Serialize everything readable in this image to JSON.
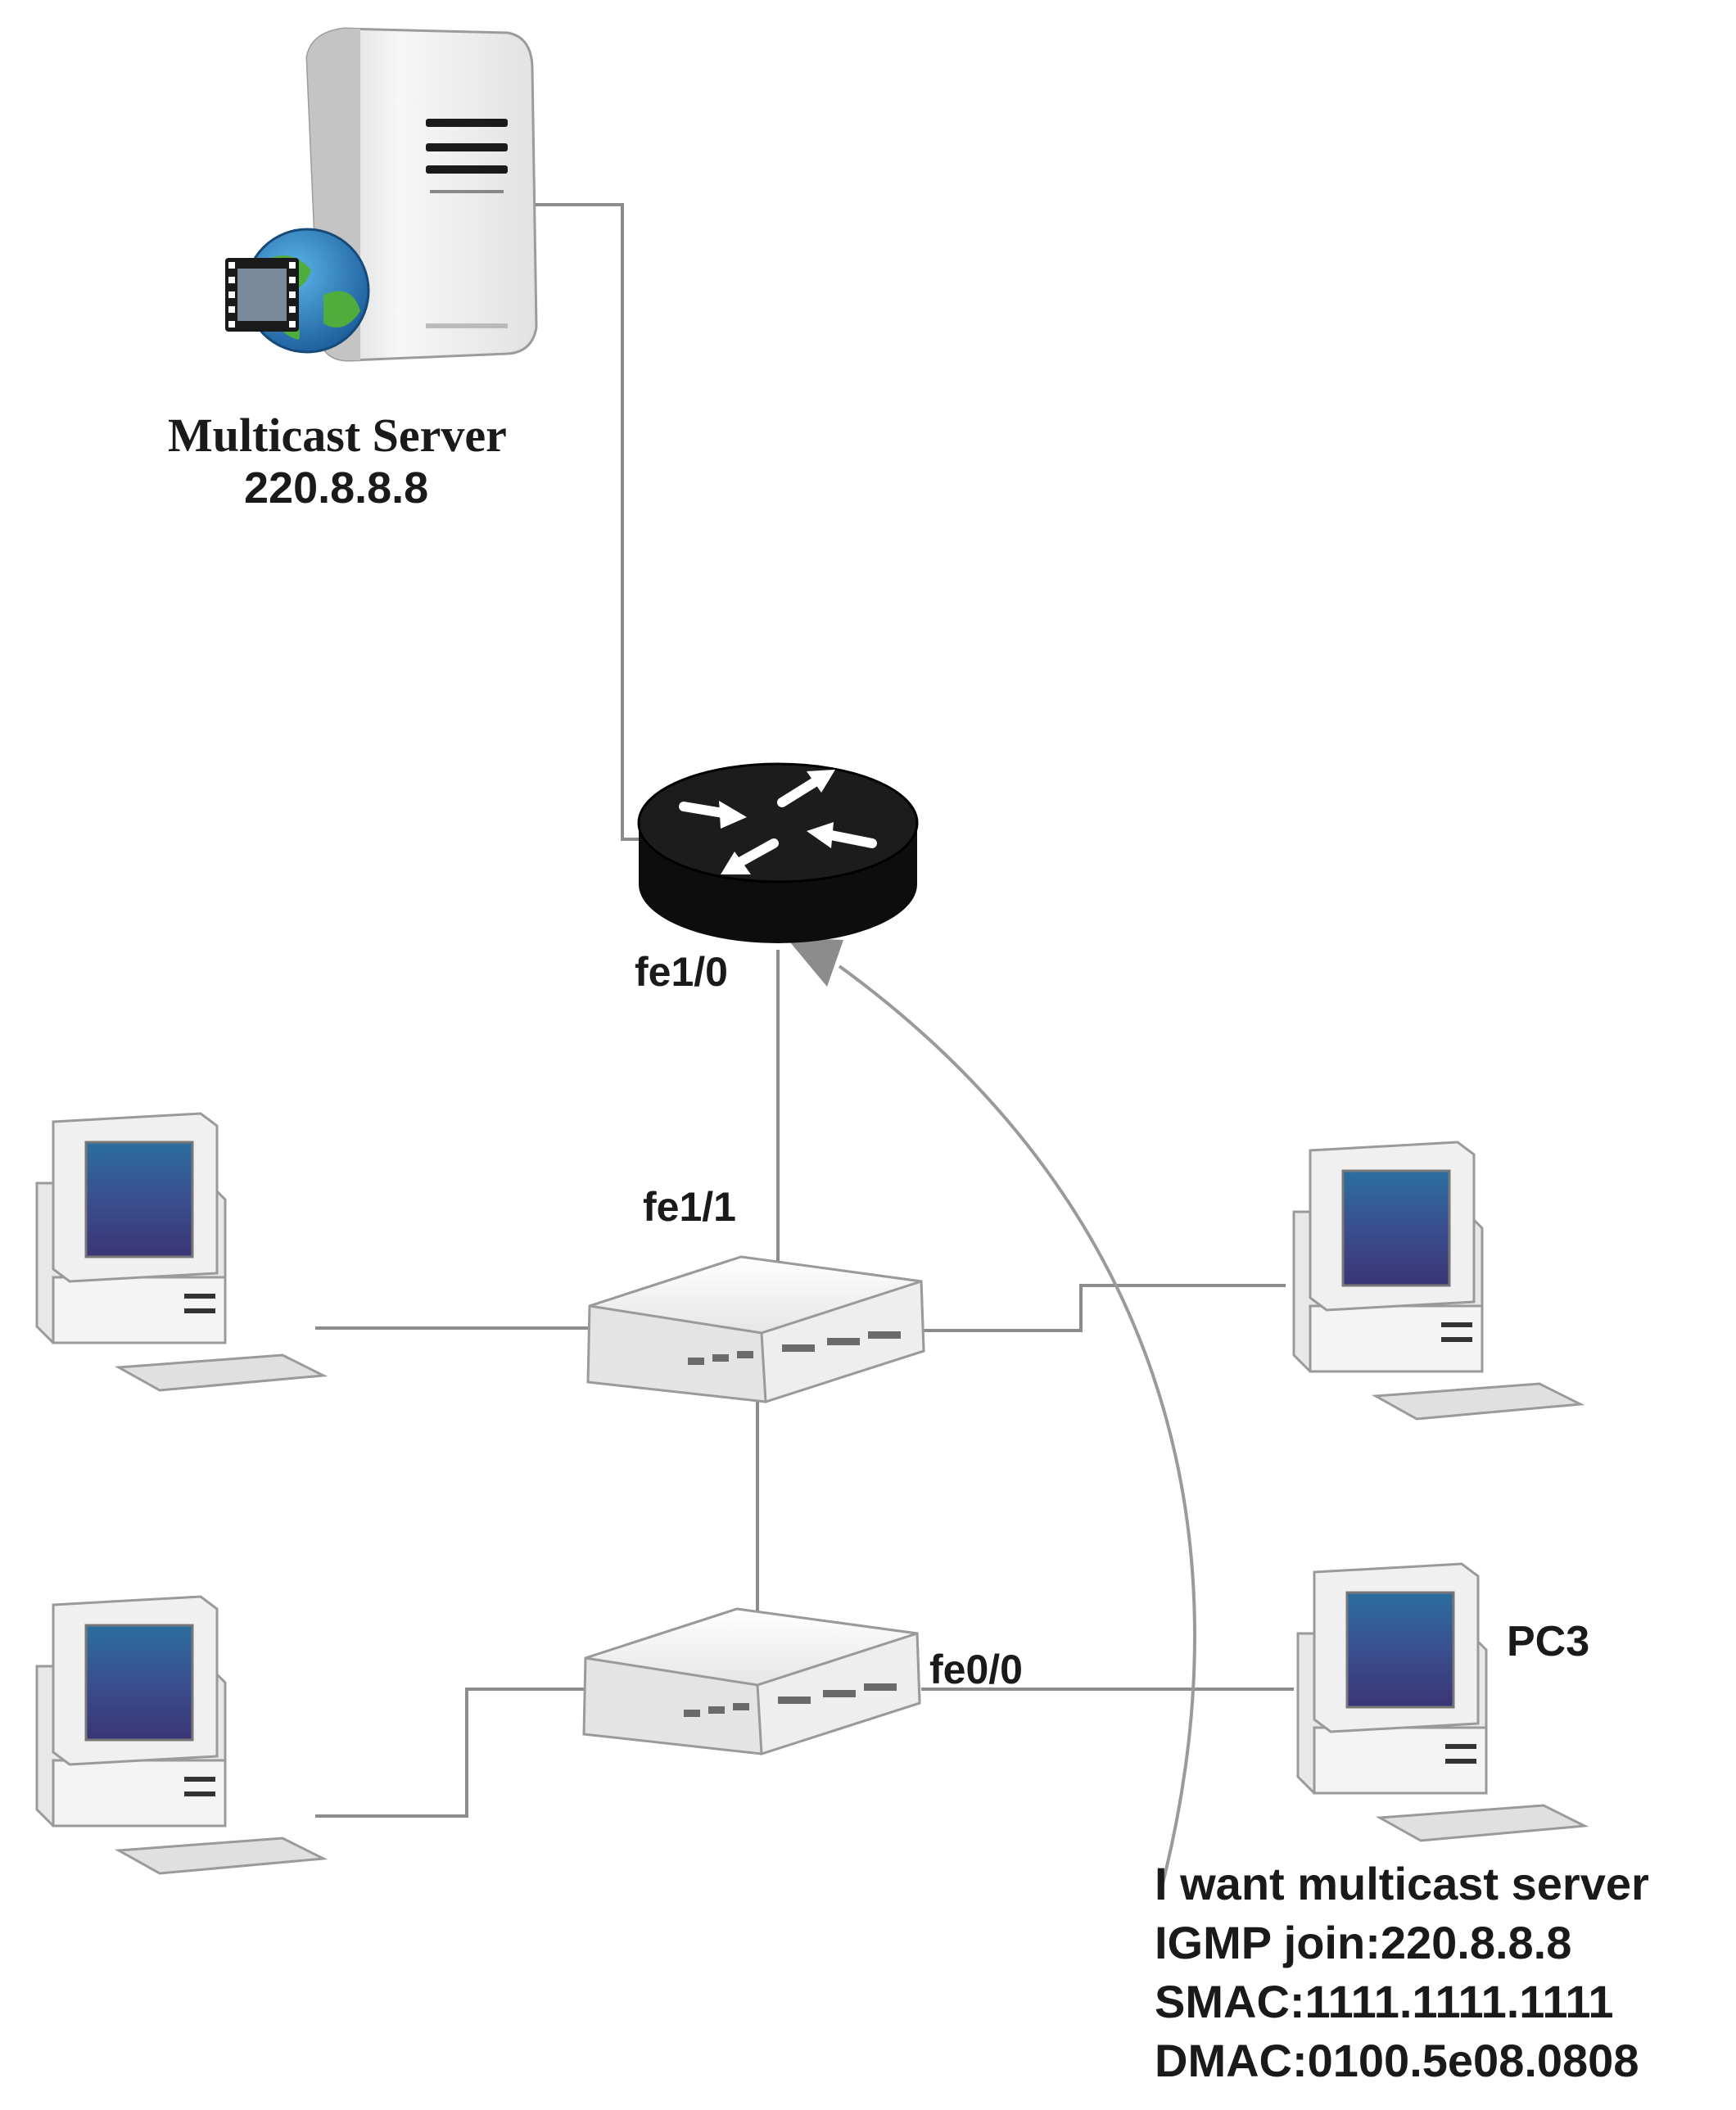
{
  "server": {
    "name": "Multicast Server",
    "ip": "220.8.8.8"
  },
  "router": {
    "port_label": "fe1/0"
  },
  "switch_top": {
    "uplink_port_label": "fe1/1"
  },
  "switch_bottom": {
    "port_label": "fe0/0"
  },
  "pc3": {
    "label": "PC3"
  },
  "message": {
    "line1": "I want multicast server",
    "line2": "IGMP join:220.8.8.8",
    "line3": "SMAC:1111.1111.1111",
    "line4": "DMAC:0100.5e08.0808"
  },
  "colors": {
    "link": "#8c8c8c",
    "router_body": "#0d0d0d",
    "text": "#1a1a1a"
  }
}
